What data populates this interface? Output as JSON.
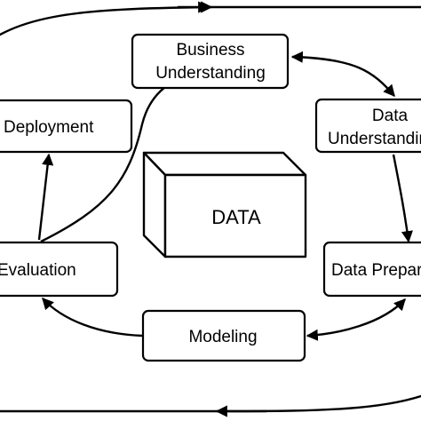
{
  "nodes": {
    "business": {
      "line1": "Business",
      "line2": "Understanding"
    },
    "data_understanding": {
      "line1": "Data",
      "line2": "Understanding"
    },
    "deployment": {
      "label": "Deployment"
    },
    "data_preparation": {
      "label": "Data Preparation"
    },
    "evaluation": {
      "label": "Evaluation"
    },
    "modeling": {
      "label": "Modeling"
    }
  },
  "center": {
    "label": "DATA"
  }
}
